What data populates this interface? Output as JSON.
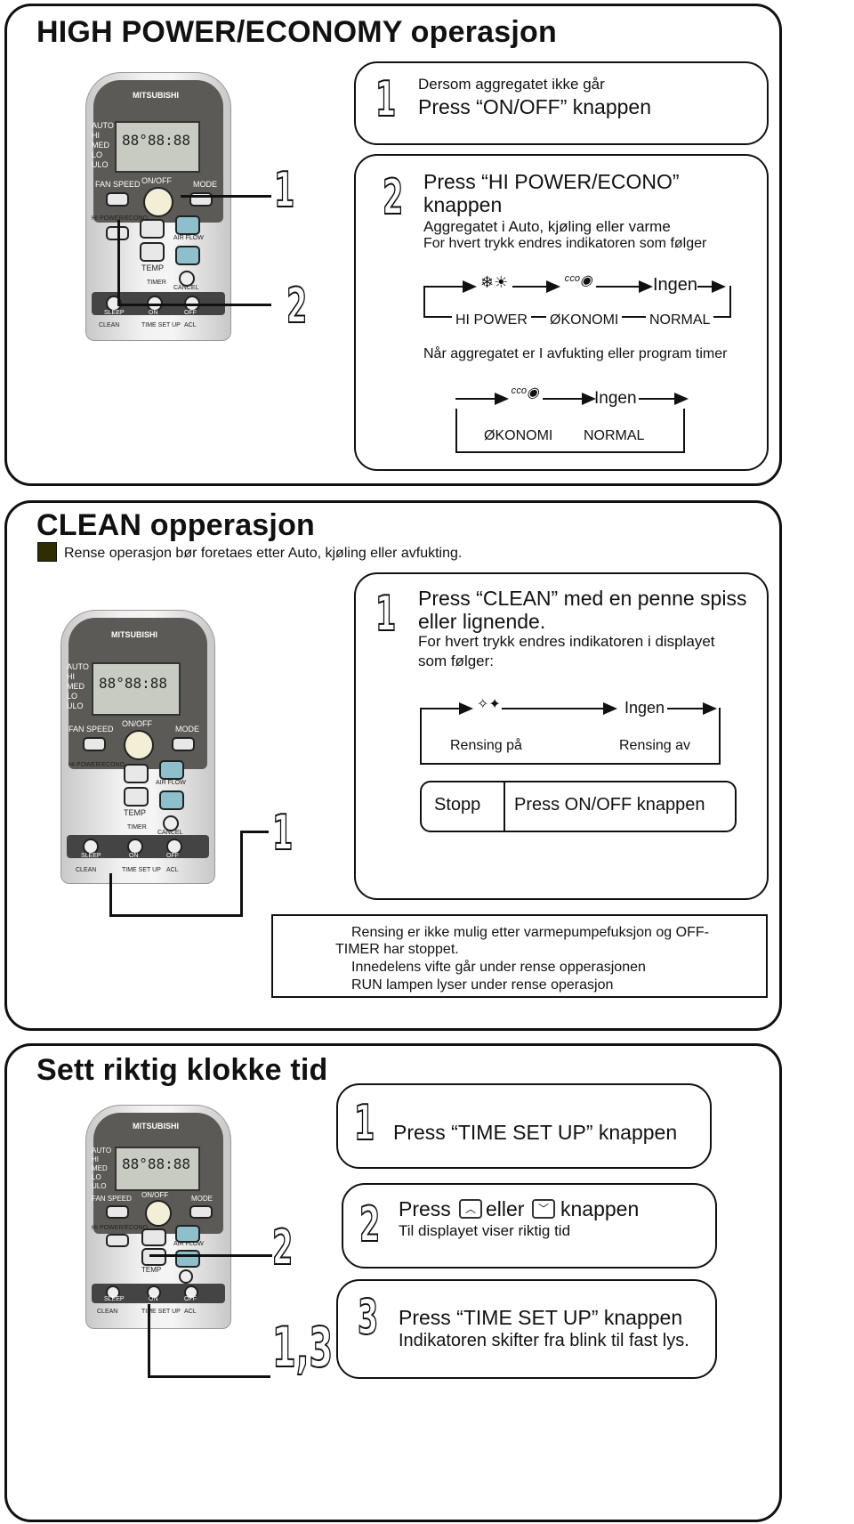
{
  "section1": {
    "title": "HIGH POWER/ECONOMY operasjon",
    "step1_num": "1",
    "step1_line1": "Dersom aggregatet ikke går",
    "step1_line2": "Press “ON/OFF” knappen",
    "step2_num": "2",
    "step2_line1": "Press “HI POWER/ECONO”",
    "step2_line2": "knappen",
    "step2_line3": "Aggregatet i Auto, kjøling eller varme",
    "step2_line4": "For hvert trykk endres indikatoren som følger",
    "cycle1": {
      "ingen": "Ingen",
      "labels": [
        "HI POWER",
        "ØKONOMI",
        "NORMAL"
      ]
    },
    "note": "Når aggregatet er I avfukting eller program timer",
    "cycle2": {
      "ingen": "Ingen",
      "labels": [
        "ØKONOMI",
        "NORMAL"
      ]
    },
    "callout1": "1",
    "callout2": "2"
  },
  "section2": {
    "title": "CLEAN opperasjon",
    "intro": "Rense operasjon bør foretaes etter Auto, kjøling eller avfukting.",
    "step1_num": "1",
    "step1_line1": "Press “CLEAN” med en penne spiss",
    "step1_line2": "eller lignende.",
    "step1_line3": "For hvert trykk endres indikatoren i displayet",
    "step1_line4": "som følger:",
    "cycle": {
      "ingen": "Ingen",
      "labels": [
        "Rensing på",
        "Rensing av"
      ]
    },
    "stop_label": "Stopp",
    "stop_text": "Press ON/OFF knappen",
    "callout": "1",
    "notes": [
      "Rensing er ikke mulig etter varmepumpefuksjon og OFF-",
      "TIMER har stoppet.",
      "Innedelens vifte går under rense opperasjonen",
      "RUN lampen lyser under rense operasjon"
    ]
  },
  "section3": {
    "title": "Sett riktig klokke tid",
    "step1_num": "1",
    "step1_text": "Press “TIME SET UP” knappen",
    "step2_num": "2",
    "step2_press": "Press",
    "step2_or": "eller",
    "step2_btn": "knappen",
    "step2_sub": "Til displayet viser riktig tid",
    "step3_num": "3",
    "step3_line1": "Press “TIME SET UP” knappen",
    "step3_line2": "Indikatoren skifter fra blink til fast lys.",
    "callout2": "2",
    "callout13": "1,3"
  },
  "remote": {
    "brand": "MITSUBISHI",
    "modes": [
      "AUTO",
      "HI",
      "MED",
      "LO",
      "ULO"
    ],
    "lcd": "88°88:88",
    "fan_speed": "FAN SPEED",
    "on_off": "ON/OFF",
    "mode": "MODE",
    "hi_power": "HI POWER/ECONO",
    "air_flow": "AIR FLOW",
    "temp": "TEMP",
    "timer": "TIMER",
    "cancel": "CANCEL",
    "sleep": "SLEEP",
    "on": "ON",
    "off": "OFF",
    "clean": "CLEAN",
    "time_set_up": "TIME SET UP",
    "acl": "ACL"
  },
  "colors": {
    "intro_square": "#2e2e00",
    "blue_button": "#8ec0cc",
    "remote_top": "#5b5a56"
  }
}
